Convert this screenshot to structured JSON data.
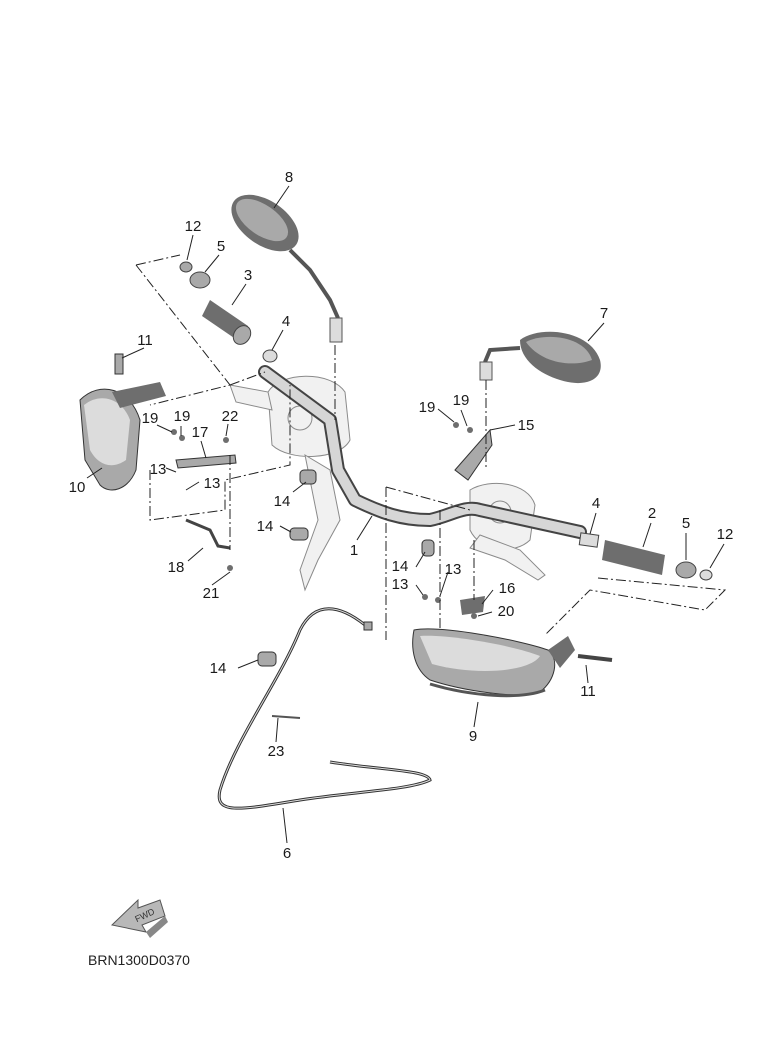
{
  "diagram": {
    "callouts": [
      {
        "id": "c8",
        "text": "8"
      },
      {
        "id": "c12a",
        "text": "12"
      },
      {
        "id": "c5a",
        "text": "5"
      },
      {
        "id": "c3",
        "text": "3"
      },
      {
        "id": "c4a",
        "text": "4"
      },
      {
        "id": "c11a",
        "text": "11"
      },
      {
        "id": "c19a",
        "text": "19"
      },
      {
        "id": "c19b",
        "text": "19"
      },
      {
        "id": "c22",
        "text": "22"
      },
      {
        "id": "c17",
        "text": "17"
      },
      {
        "id": "c13a",
        "text": "13"
      },
      {
        "id": "c13b",
        "text": "13"
      },
      {
        "id": "c10",
        "text": "10"
      },
      {
        "id": "c14a",
        "text": "14"
      },
      {
        "id": "c14b",
        "text": "14"
      },
      {
        "id": "c18",
        "text": "18"
      },
      {
        "id": "c21",
        "text": "21"
      },
      {
        "id": "c1",
        "text": "1"
      },
      {
        "id": "c7",
        "text": "7"
      },
      {
        "id": "c19c",
        "text": "19"
      },
      {
        "id": "c19d",
        "text": "19"
      },
      {
        "id": "c15",
        "text": "15"
      },
      {
        "id": "c4b",
        "text": "4"
      },
      {
        "id": "c2",
        "text": "2"
      },
      {
        "id": "c5b",
        "text": "5"
      },
      {
        "id": "c12b",
        "text": "12"
      },
      {
        "id": "c14c",
        "text": "14"
      },
      {
        "id": "c13c",
        "text": "13"
      },
      {
        "id": "c13d",
        "text": "13"
      },
      {
        "id": "c16",
        "text": "16"
      },
      {
        "id": "c20",
        "text": "20"
      },
      {
        "id": "c14d",
        "text": "14"
      },
      {
        "id": "c11b",
        "text": "11"
      },
      {
        "id": "c9",
        "text": "9"
      },
      {
        "id": "c23",
        "text": "23"
      },
      {
        "id": "c6",
        "text": "6"
      }
    ],
    "fwd_label": "FWD",
    "drawing_code": "BRN1300D0370"
  }
}
